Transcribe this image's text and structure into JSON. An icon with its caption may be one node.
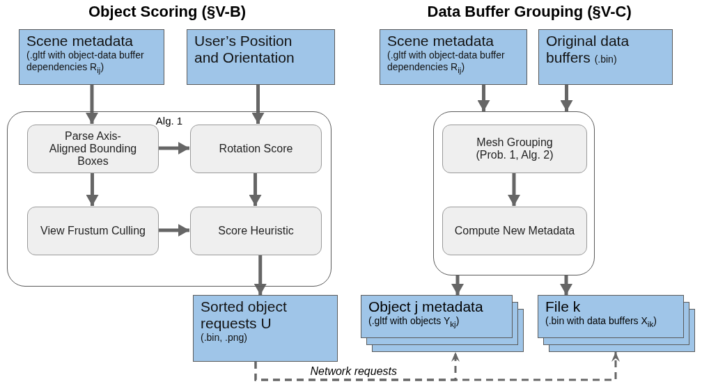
{
  "diagram": {
    "nodes": [
      {
        "text": [
          "Scene metadata",
          "(.gltf with object-data buffer dependencies R$_{ij}$)"
        ]
      },
      {
        "text": [
          "User’s Position and Orientation"
        ]
      },
      {
        "text": [
          "Alg. 1"
        ]
      },
      {
        "text": [
          "Parse Axis-Aligned Bounding Boxes"
        ],
        "in": 2
      },
      {
        "text": [
          "Rotation Score"
        ],
        "in": 2
      },
      {
        "text": [
          "View Frustum Culling"
        ],
        "in": 2
      },
      {
        "text": [
          "Score Heuristic"
        ],
        "in": 2
      },
      {
        "text": [
          "Sorted object requests U",
          "(.bin, .png)"
        ]
      },
      {
        "text": [
          "Scene metadata",
          "(.gltf with object-data buffer dependencies R$_{ij}$)"
        ]
      },
      {
        "text": [
          "Original data buffers",
          "(.bin)"
        ]
      },
      {
        "text": [],
        "shape": "box"
      },
      {
        "text": [
          "Mesh Grouping (Prob. 1, Alg. 2)"
        ],
        "in": 10
      },
      {
        "text": [
          "Compute New Metadata"
        ],
        "in": 10
      },
      {
        "text": [
          "Object j metadata",
          "(.gltf with objects Y$_{kj}$)"
        ]
      },
      {
        "text": [
          "File k",
          "(.bin with data buffers X$_{ik}$)"
        ]
      }
    ],
    "edges": [
      {
        "from": 0,
        "to": 3,
        "arrow": "to"
      },
      {
        "from": 1,
        "to": 4,
        "arrow": "to"
      },
      {
        "from": 3,
        "to": 4,
        "arrow": "to"
      },
      {
        "from": 3,
        "to": 5,
        "arrow": "to"
      },
      {
        "from": 5,
        "to": 6,
        "arrow": "to"
      },
      {
        "from": 4,
        "to": 6,
        "arrow": "to"
      },
      {
        "from": 6,
        "to": 7,
        "arrow": "to"
      },
      {
        "from": 8,
        "to": 10,
        "arrow": "to"
      },
      {
        "from": 9,
        "to": 10,
        "arrow": "to"
      },
      {
        "from": 11,
        "to": 12,
        "arrow": "to"
      },
      {
        "from": 10,
        "to": 13,
        "arrow": "to"
      },
      {
        "from": 10,
        "to": 14,
        "arrow": "to"
      },
      {
        "from": 7,
        "to": 13,
        "arrow": "to",
        "style": "dashed",
        "label": "Network requests"
      },
      {
        "from": 7,
        "to": 14,
        "arrow": "to",
        "style": "dashed"
      }
    ],
    "labels": [
      "Object Scoring (§V-B)",
      "Data Buffer Grouping (§V-C)"
    ]
  }
}
